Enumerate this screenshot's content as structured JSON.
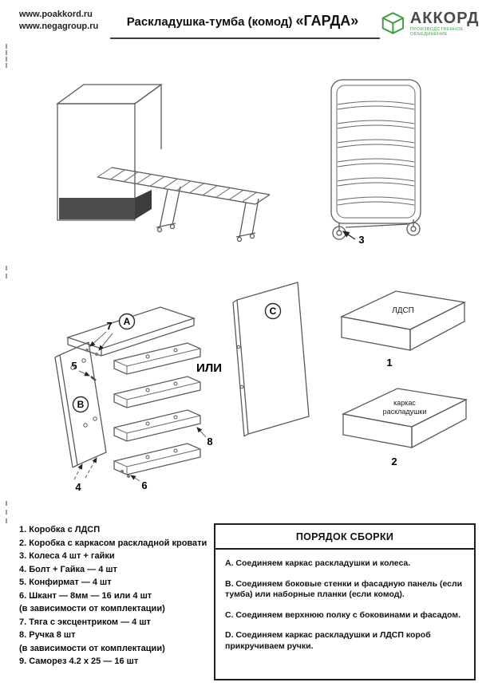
{
  "header": {
    "websites": [
      "www.poakkord.ru",
      "www.negagroup.ru"
    ],
    "title": "Раскладушка-тумба (комод)",
    "product": "«ГАРДА»",
    "logo_name": "АККОРД",
    "logo_subtitle": "ПРОИЗВОДСТВЕННОЕ ОБЪЕДИНЕНИЕ",
    "logo_color": "#3f9e46"
  },
  "diagrams": {
    "or_label": "ИЛИ",
    "callouts": {
      "a": "A",
      "b": "B",
      "c": "C",
      "n3": "3",
      "n4": "4",
      "n5": "5",
      "n6": "6",
      "n7": "7",
      "n8": "8"
    },
    "boxes": {
      "box1_label": "ЛДСП",
      "box1_number": "1",
      "box2_label_line1": "каркас",
      "box2_label_line2": "раскладушки",
      "box2_number": "2"
    }
  },
  "parts": {
    "items": [
      "1. Коробка с ЛДСП",
      "2. Коробка с каркасом раскладной кровати",
      "3. Колеса 4 шт + гайки",
      "4. Болт + Гайка — 4 шт",
      "5. Конфирмат  — 4 шт",
      "6. Шкант — 8мм — 16 или 4 шт",
      "(в зависимости от комплектации)",
      "7. Тяга с эксцентриком — 4 шт",
      "8. Ручка 8 шт",
      "(в зависимости от комплектации)",
      "9. Саморез 4.2 х 25  — 16 шт"
    ]
  },
  "assembly": {
    "title": "ПОРЯДОК СБОРКИ",
    "steps": [
      "A. Соединяем каркас раскладушки и колеса.",
      "B. Соединяем боковые стенки и фасадную панель (если тумба) или наборные планки (если комод).",
      "C. Соединяем верхнюю полку с боковинами и фасадом.",
      "D. Соединяем каркас раскладушки и ЛДСП короб прикручиваем ручки."
    ]
  }
}
